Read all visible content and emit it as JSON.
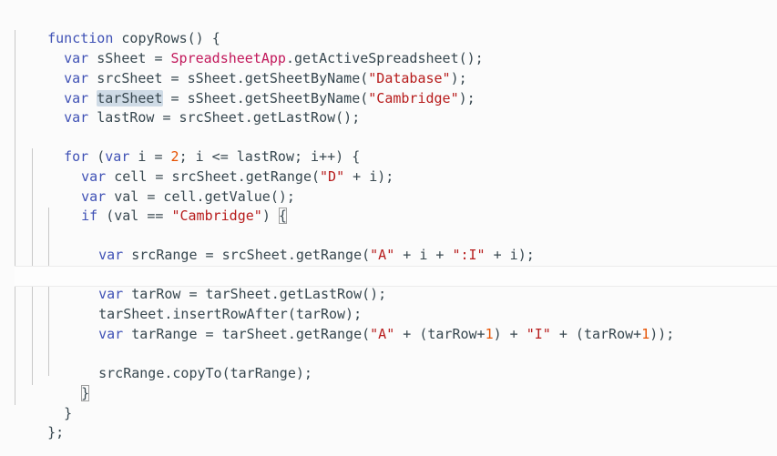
{
  "editor": {
    "lines": [
      {
        "parts": [
          [
            "kw",
            "function"
          ],
          [
            "",
            "copyRows() {"
          ]
        ]
      },
      {
        "parts": [
          [
            "kw",
            "  var"
          ],
          [
            "",
            "sSheet = "
          ],
          [
            "cls",
            "SpreadsheetApp"
          ],
          [
            "",
            ".getActiveSpreadsheet();"
          ]
        ]
      },
      {
        "parts": [
          [
            "kw",
            "  var"
          ],
          [
            "",
            "srcSheet = sSheet.getSheetByName("
          ],
          [
            "str",
            "\"Database\""
          ],
          [
            "",
            ");"
          ]
        ]
      },
      {
        "parts": [
          [
            "kw",
            "  var"
          ],
          [
            "",
            "tarSheet"
          ],
          [
            "",
            "= sSheet.getSheetByName("
          ],
          [
            "str",
            "\"Cambridge\""
          ],
          [
            "",
            ");"
          ]
        ]
      },
      {
        "parts": [
          [
            "kw",
            "  var"
          ],
          [
            "",
            "lastRow = srcSheet.getLastRow();"
          ]
        ]
      },
      {
        "parts": []
      },
      {
        "parts": [
          [
            "kw",
            "  for"
          ],
          [
            "",
            " ("
          ],
          [
            "kw",
            "var"
          ],
          [
            "",
            " i = "
          ],
          [
            "num",
            "2"
          ],
          [
            "",
            "; i <= lastRow; i++) {"
          ]
        ]
      },
      {
        "parts": [
          [
            "kw",
            "    var"
          ],
          [
            "",
            "cell = srcSheet.getRange("
          ],
          [
            "str",
            "\"D\""
          ],
          [
            "",
            " + i);"
          ]
        ]
      },
      {
        "parts": [
          [
            "kw",
            "    var"
          ],
          [
            "",
            "val = cell.getValue();"
          ]
        ]
      },
      {
        "parts": [
          [
            "kw",
            "    if"
          ],
          [
            "",
            " (val == "
          ],
          [
            "str",
            "\"Cambridge\""
          ],
          [
            "",
            ")"
          ],
          [
            "",
            " {"
          ]
        ]
      },
      {
        "parts": []
      },
      {
        "parts": [
          [
            "kw",
            "      var"
          ],
          [
            "",
            "srcRange = srcSheet.getRange("
          ],
          [
            "str",
            "\"A\""
          ],
          [
            "",
            " + i + "
          ],
          [
            "str",
            "\":I\""
          ],
          [
            "",
            " + i);"
          ]
        ]
      },
      {
        "parts": []
      },
      {
        "parts": [
          [
            "kw",
            "      var"
          ],
          [
            "",
            "tarRow = tarSheet.getLastRow();"
          ]
        ]
      },
      {
        "parts": [
          [
            "",
            "      tarSheet.insertRowAfter(tarRow);"
          ]
        ]
      },
      {
        "parts": [
          [
            "kw",
            "      var"
          ],
          [
            "",
            "tarRange = tarSheet.getRange("
          ],
          [
            "str",
            "\"A\""
          ],
          [
            "",
            " + (tarRow+"
          ],
          [
            "num",
            "1"
          ],
          [
            "",
            ") + "
          ],
          [
            "str",
            "\"I\""
          ],
          [
            "",
            " + (tarRow+"
          ],
          [
            "num",
            "1"
          ],
          [
            "",
            "));"
          ]
        ]
      },
      {
        "parts": []
      },
      {
        "parts": [
          [
            "",
            "      srcRange.copyTo(tarRange);"
          ]
        ]
      },
      {
        "parts": [
          [
            "",
            "    }"
          ]
        ]
      },
      {
        "parts": [
          [
            "",
            "  }"
          ]
        ]
      },
      {
        "parts": [
          [
            "",
            "};"
          ]
        ]
      }
    ]
  },
  "code": {
    "l1": {
      "kw": "function",
      "rest": " copyRows() {"
    },
    "l2": {
      "kw": "var",
      "a": " sSheet = ",
      "cls": "SpreadsheetApp",
      "b": ".getActiveSpreadsheet();"
    },
    "l3": {
      "kw": "var",
      "a": " srcSheet = sSheet.getSheetByName(",
      "str": "\"Database\"",
      "b": ");"
    },
    "l4": {
      "kw": "var",
      "hl": "tarSheet",
      "a": " = sSheet.getSheetByName(",
      "str": "\"Cambridge\"",
      "b": ");"
    },
    "l5": {
      "kw": "var",
      "a": " lastRow = srcSheet.getLastRow();"
    },
    "l7": {
      "kw1": "for",
      "a": " (",
      "kw2": "var",
      "b": " i = ",
      "num": "2",
      "c": "; i <= lastRow; i++) {"
    },
    "l8": {
      "kw": "var",
      "a": " cell = srcSheet.getRange(",
      "str": "\"D\"",
      "b": " + i);"
    },
    "l9": {
      "kw": "var",
      "a": " val = cell.getValue();"
    },
    "l10": {
      "kw": "if",
      "a": " (val == ",
      "str": "\"Cambridge\"",
      "b": ") ",
      "br": "{"
    },
    "l12": {
      "kw": "var",
      "a": " srcRange = srcSheet.getRange(",
      "s1": "\"A\"",
      "b": " + i + ",
      "s2": "\":I\"",
      "c": " + i);"
    },
    "l14": {
      "kw": "var",
      "a": " tarRow = tarSheet.getLastRow();"
    },
    "l15": {
      "a": "tarSheet.insertRowAfter(tarRow);"
    },
    "l16": {
      "kw": "var",
      "a": " tarRange = tarSheet.getRange(",
      "s1": "\"A\"",
      "b": " + (tarRow+",
      "n1": "1",
      "c": ") + ",
      "s2": "\"I\"",
      "d": " + (tarRow+",
      "n2": "1",
      "e": "));"
    },
    "l18": {
      "a": "srcRange.copyTo(tarRange);"
    },
    "l19": {
      "br": "}"
    },
    "l20": {
      "a": "}"
    },
    "l21": {
      "a": "};"
    }
  },
  "colors": {
    "keyword": "#3f51b5",
    "class": "#c2185b",
    "string": "#b71c1c",
    "number": "#e65100",
    "text": "#37474f",
    "highlight": "#cfdbe6"
  }
}
